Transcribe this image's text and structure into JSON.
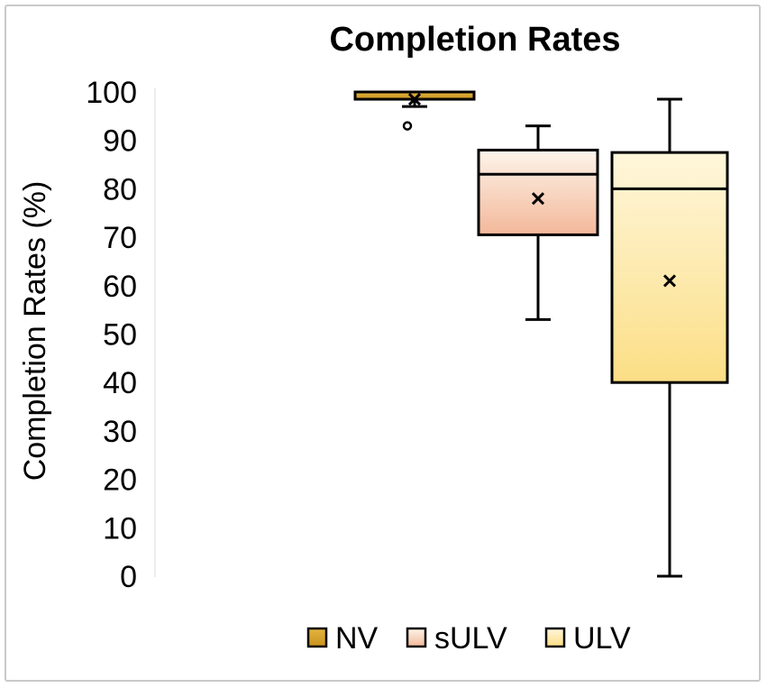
{
  "chart_data": {
    "type": "box",
    "title": "Completion Rates",
    "ylabel": "Completion Rates (%)",
    "xlabel": "",
    "ylim": [
      0,
      100
    ],
    "yticks": [
      0,
      10,
      20,
      30,
      40,
      50,
      60,
      70,
      80,
      90,
      100
    ],
    "grid": false,
    "legend_position": "bottom",
    "series": [
      {
        "name": "NV",
        "min": 97,
        "q1": 98.5,
        "median": 100,
        "q3": 100,
        "max": 100,
        "mean": 98.5,
        "outliers": [
          93
        ],
        "color_top": "#e3b640",
        "color_bottom": "#c9921c"
      },
      {
        "name": "sULV",
        "min": 53,
        "q1": 70.5,
        "median": 83,
        "q3": 88,
        "max": 93,
        "mean": 78,
        "color_top": "#fdf4ea",
        "color_bottom": "#f3b89a"
      },
      {
        "name": "ULV",
        "min": 0,
        "q1": 40,
        "median": 80,
        "q3": 87.5,
        "max": 98.5,
        "mean": 61,
        "color_top": "#fff7dc",
        "color_bottom": "#fbde85"
      }
    ]
  }
}
